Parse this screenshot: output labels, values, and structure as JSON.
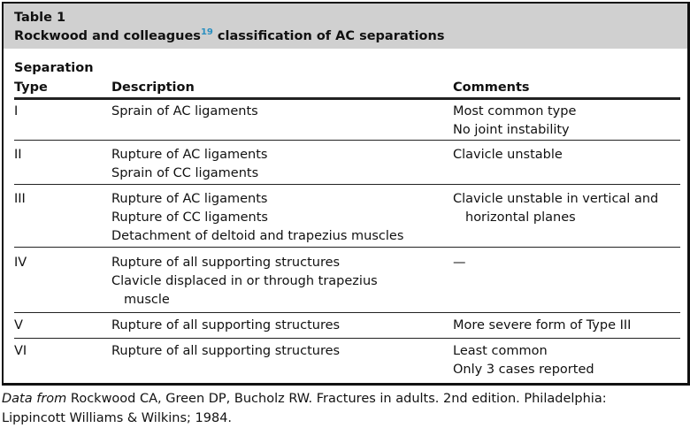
{
  "caption": {
    "label": "Table 1",
    "title_before": "Rockwood and colleagues",
    "ref": "19",
    "title_after": " classification of AC separations"
  },
  "columns": {
    "type_line1": "Separation",
    "type_line2": "Type",
    "description": "Description",
    "comments": "Comments"
  },
  "rows": [
    {
      "type": "I",
      "description": [
        "Sprain of AC ligaments"
      ],
      "comments": [
        "Most common type",
        "No joint instability"
      ]
    },
    {
      "type": "II",
      "description": [
        "Rupture of AC ligaments",
        "Sprain of CC ligaments"
      ],
      "comments": [
        "Clavicle unstable"
      ]
    },
    {
      "type": "III",
      "description": [
        "Rupture of AC ligaments",
        "Rupture of CC ligaments",
        "Detachment of deltoid and trapezius muscles"
      ],
      "comments": [
        "Clavicle unstable in vertical and",
        "horizontal planes"
      ]
    },
    {
      "type": "IV",
      "description": [
        "Rupture of all supporting structures",
        "Clavicle displaced in or through trapezius",
        "muscle"
      ],
      "comments": [
        "—"
      ]
    },
    {
      "type": "V",
      "description": [
        "Rupture of all supporting structures"
      ],
      "comments": [
        "More severe form of Type III"
      ]
    },
    {
      "type": "VI",
      "description": [
        "Rupture of all supporting structures"
      ],
      "comments": [
        "Least common",
        "Only 3 cases reported"
      ]
    }
  ],
  "footnote": {
    "italic": "Data from",
    "text": " Rockwood CA, Green DP, Bucholz RW. Fractures in adults. 2nd edition. Philadelphia:",
    "line2": "Lippincott Williams & Wilkins; 1984."
  },
  "colors": {
    "caption_bg": "#d0d0d0",
    "ref_link": "#2a8fc0",
    "border": "#111111"
  }
}
